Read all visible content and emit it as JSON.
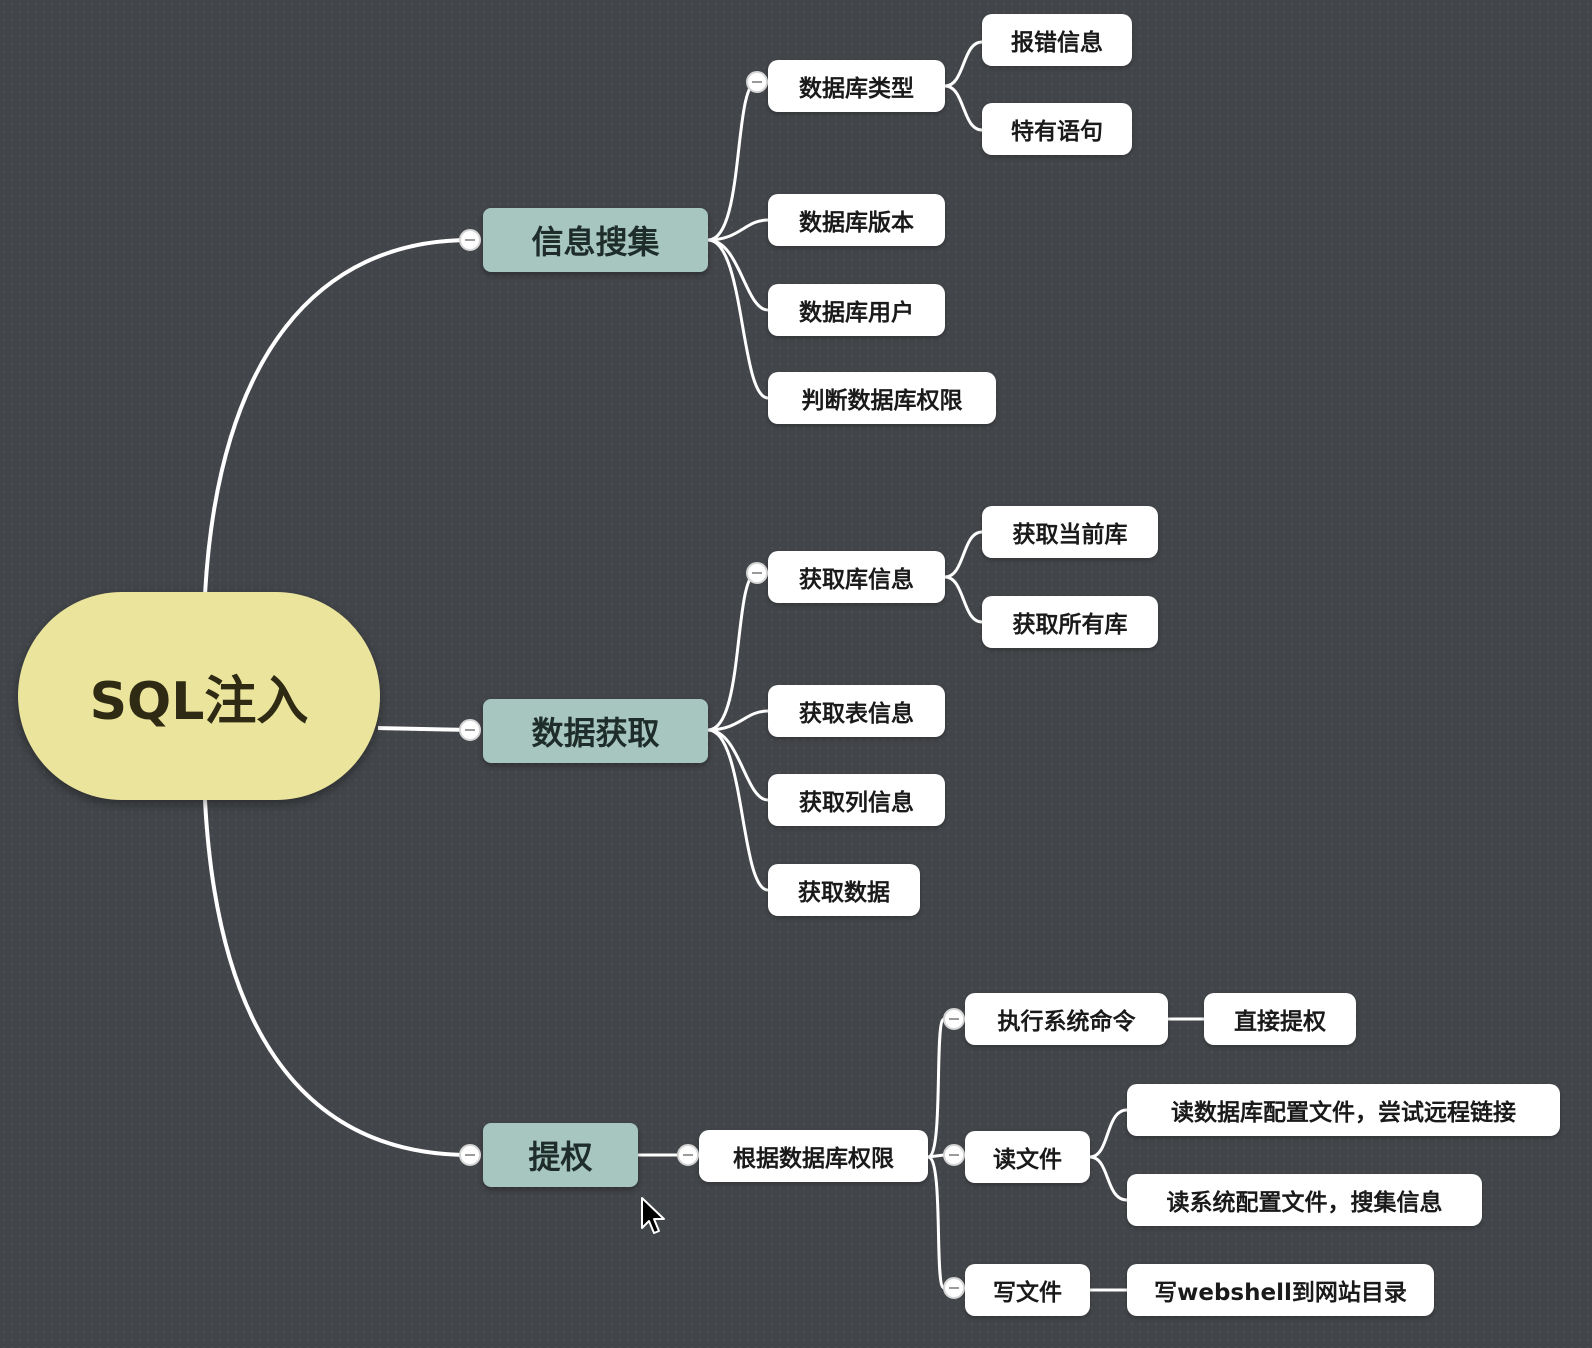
{
  "root": {
    "label": "SQL注入"
  },
  "branches": [
    {
      "label": "信息搜集",
      "children": [
        {
          "label": "数据库类型",
          "children": [
            {
              "label": "报错信息"
            },
            {
              "label": "特有语句"
            }
          ]
        },
        {
          "label": "数据库版本"
        },
        {
          "label": "数据库用户"
        },
        {
          "label": "判断数据库权限"
        }
      ]
    },
    {
      "label": "数据获取",
      "children": [
        {
          "label": "获取库信息",
          "children": [
            {
              "label": "获取当前库"
            },
            {
              "label": "获取所有库"
            }
          ]
        },
        {
          "label": "获取表信息"
        },
        {
          "label": "获取列信息"
        },
        {
          "label": "获取数据"
        }
      ]
    },
    {
      "label": "提权",
      "children": [
        {
          "label": "根据数据库权限",
          "children": [
            {
              "label": "执行系统命令",
              "children": [
                {
                  "label": "直接提权"
                }
              ]
            },
            {
              "label": "读文件",
              "children": [
                {
                  "label": "读数据库配置文件，尝试远程链接"
                },
                {
                  "label": "读系统配置文件，搜集信息"
                }
              ]
            },
            {
              "label": "写文件",
              "children": [
                {
                  "label": "写webshell到网站目录"
                }
              ]
            }
          ]
        }
      ]
    }
  ],
  "colors": {
    "background": "#424549",
    "root": "#ebe49c",
    "main_topic": "#a7c6bf",
    "subtopic": "#ffffff",
    "connector": "#ffffff"
  }
}
